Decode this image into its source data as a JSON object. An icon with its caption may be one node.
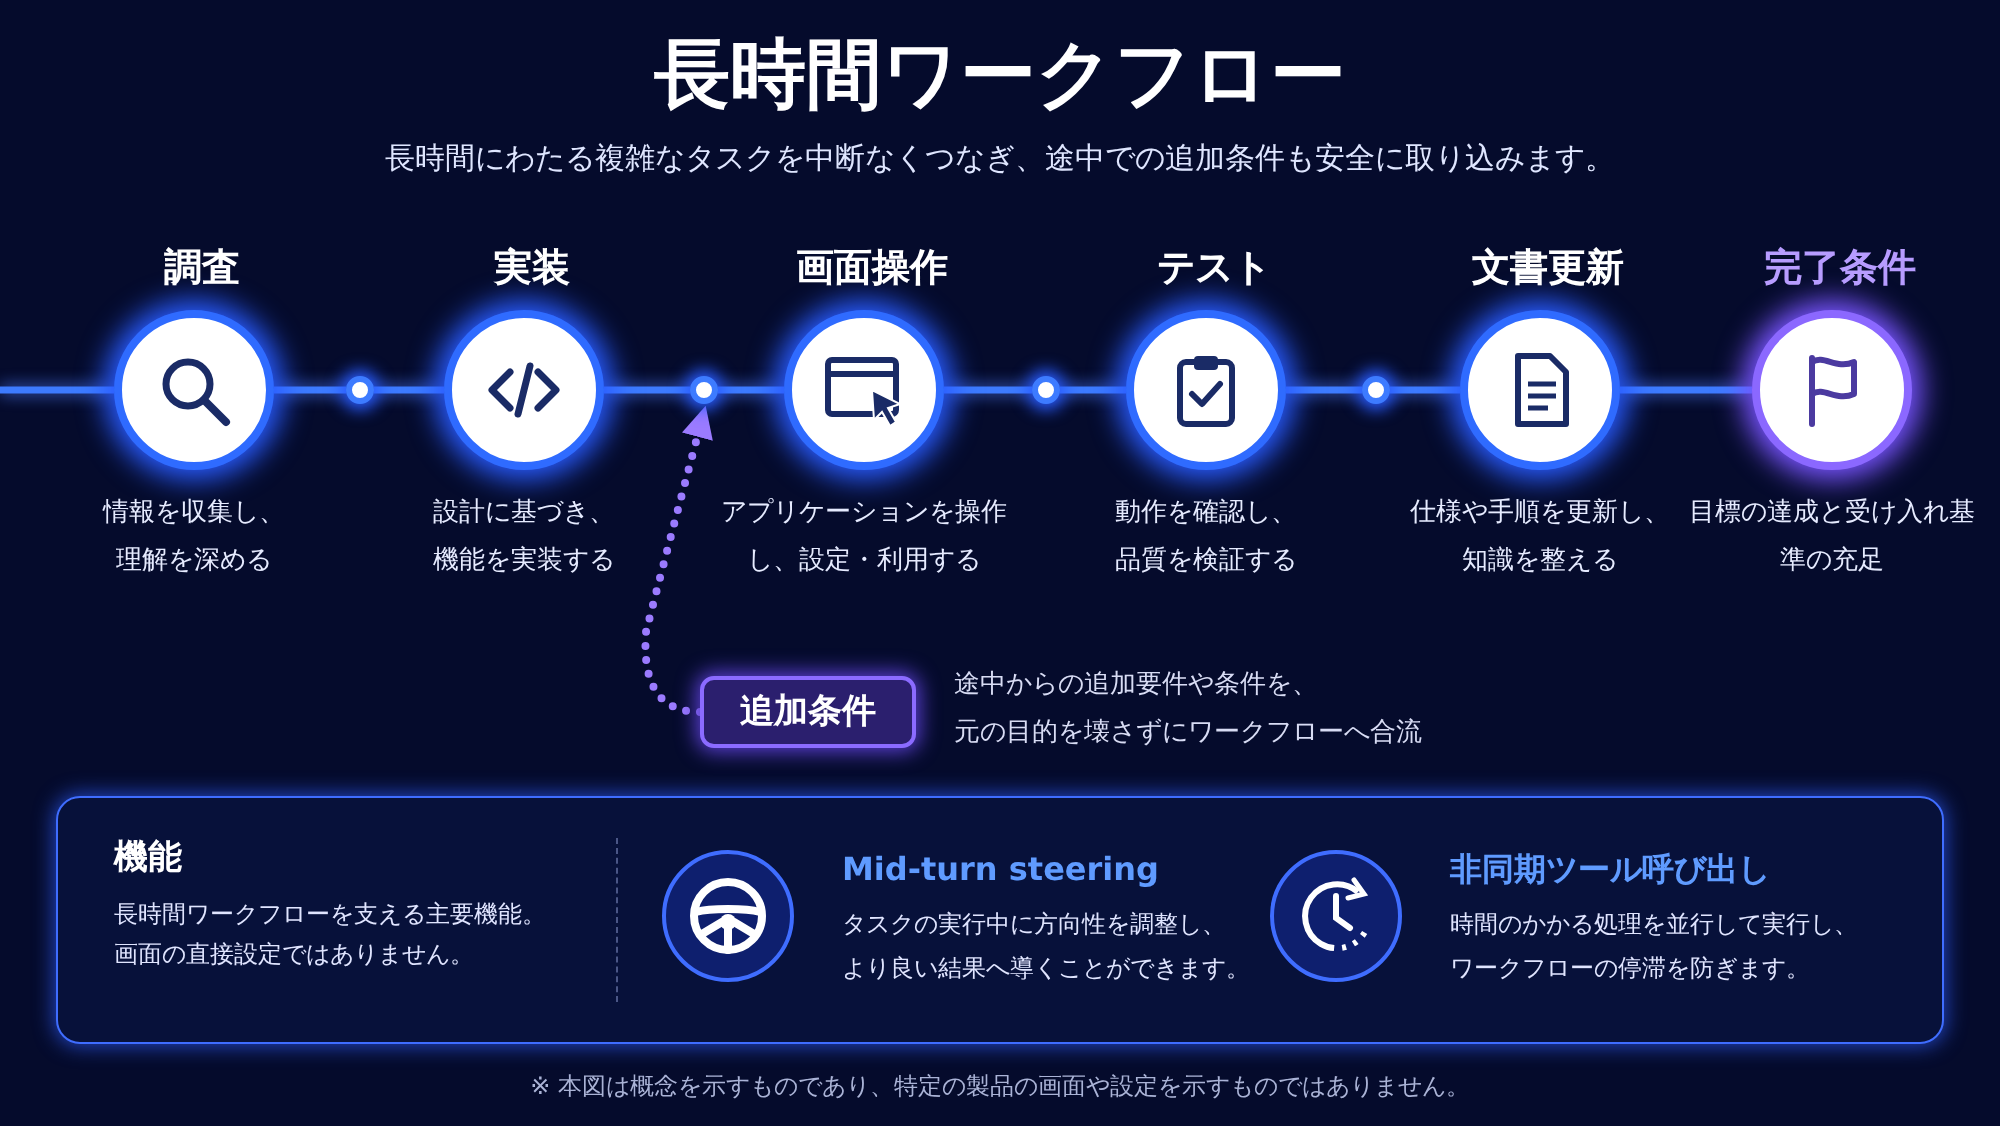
{
  "diagram": {
    "title": "長時間ワークフロー",
    "caption": "※ 本図は概念を示すものであり、特定の製品の画面や設定を示すものではありません。",
    "labels": [
      "長時間にわたる複雑なタスクを中断なくつなぎ、途中での追加条件も安全に取り込みます。"
    ],
    "nodes": [
      {
        "text": [
          "調査"
        ],
        "beside": [
          "情報を収集し、理解を深める"
        ]
      },
      {
        "text": [],
        "shape": "circle"
      },
      {
        "text": [
          "実装"
        ],
        "beside": [
          "設計に基づき、機能を実装する"
        ]
      },
      {
        "text": [],
        "shape": "circle"
      },
      {
        "text": [
          "画面操作"
        ],
        "beside": [
          "アプリケーションを操作し、設定・利用する"
        ]
      },
      {
        "text": [],
        "shape": "circle"
      },
      {
        "text": [
          "テスト"
        ],
        "beside": [
          "動作を確認し、品質を検証する"
        ]
      },
      {
        "text": [],
        "shape": "circle"
      },
      {
        "text": [
          "文書更新"
        ],
        "beside": [
          "仕様や手順を更新し、知識を整える"
        ]
      },
      {
        "text": [
          "完了条件"
        ],
        "beside": [
          "目標の達成と受け入れ基準の充足"
        ]
      },
      {
        "text": [
          "追加条件"
        ],
        "beside": [
          "途中からの追加要件や条件を、元の目的を壊さずにワークフローへ合流"
        ]
      },
      {
        "text": [
          "機能",
          "長時間ワークフローを支える主要機能。画面の直接設定ではありません。"
        ]
      },
      {
        "text": [
          "Mid-turn steering",
          "タスクの実行中に方向性を調整し、より良い結果へ導くことができます。"
        ],
        "in": 11
      },
      {
        "text": [
          "非同期ツール呼び出し",
          "時間のかかる処理を並行して実行し、ワークフローの停滞を防ぎます。"
        ],
        "in": 11
      }
    ],
    "edges": [
      {
        "from": null,
        "to": 0,
        "arrow": "none"
      },
      {
        "from": 0,
        "to": 1,
        "arrow": "none"
      },
      {
        "from": 1,
        "to": 2,
        "arrow": "none"
      },
      {
        "from": 2,
        "to": 3,
        "arrow": "none"
      },
      {
        "from": 3,
        "to": 4,
        "arrow": "none"
      },
      {
        "from": 4,
        "to": 5,
        "arrow": "none"
      },
      {
        "from": 5,
        "to": 6,
        "arrow": "none"
      },
      {
        "from": 6,
        "to": 7,
        "arrow": "none"
      },
      {
        "from": 7,
        "to": 8,
        "arrow": "none"
      },
      {
        "from": 8,
        "to": 9,
        "arrow": "none"
      },
      {
        "from": 10,
        "to": 3,
        "arrow": "to",
        "style": "dashed",
        "color": "#9b7bff"
      }
    ]
  }
}
